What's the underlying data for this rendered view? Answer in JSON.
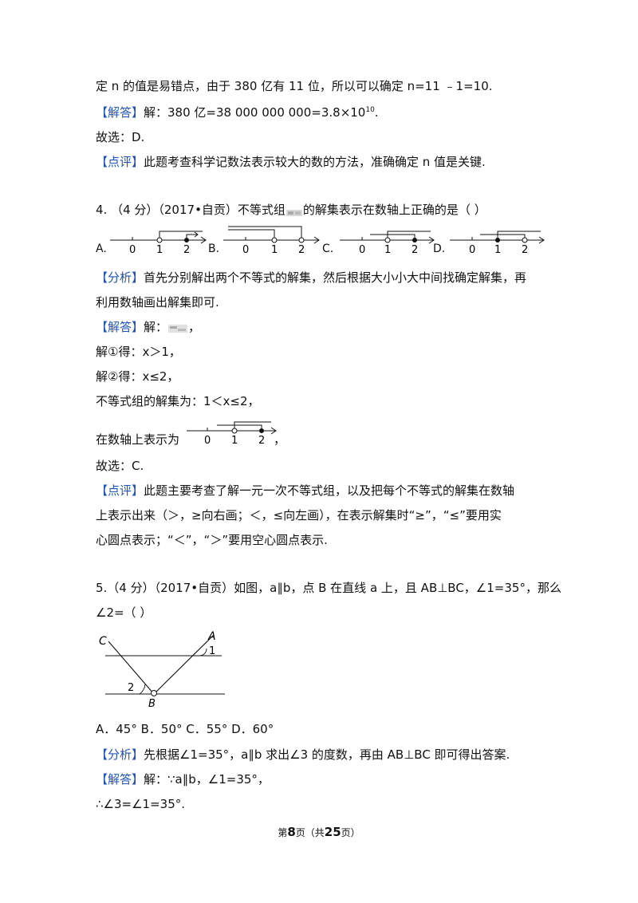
{
  "page": {
    "line1": "定 n 的值是易错点，由于 380 亿有 11 位，所以可以确定 n=11 ﹣1=10.",
    "q3": {
      "answer_tag": "【解答】",
      "answer_text": "解：380 亿=38 000 000 000=3.8×10",
      "answer_exp": "10",
      "answer_end": ".",
      "choice": "故选：D.",
      "comment_tag": "【点评】",
      "comment_text": "此题考查科学记数法表示较大的数的方法，准确确定 n 值是关键."
    },
    "q4": {
      "question_pre": "4.  （4 分）（2017•自贡）不等式组",
      "question_post": "的解集表示在数轴上正确的是（        ）",
      "options": [
        {
          "label": "A.",
          "ticks": [
            "0",
            "1",
            "2"
          ]
        },
        {
          "label": "B.",
          "ticks": [
            "0",
            "1",
            "2"
          ]
        },
        {
          "label": "C.",
          "ticks": [
            "0",
            "1",
            "2"
          ]
        },
        {
          "label": "D.",
          "ticks": [
            "0",
            "1",
            "2"
          ]
        }
      ],
      "analysis_tag": "【分析】",
      "analysis_text_1": "首先分别解出两个不等式的解集，然后根据大小小大中间找确定解集，再",
      "analysis_text_2": "利用数轴画出解集即可.",
      "answer_tag": "【解答】",
      "answer_text": "解：",
      "step1": "解①得：x＞1，",
      "step2": "解②得：x≤2，",
      "solution": "不等式组的解集为：1＜x≤2，",
      "show_pre": "在数轴上表示为",
      "show_post": "，",
      "show_ticks": [
        "0",
        "1",
        "2"
      ],
      "choice": "故选：C.",
      "comment_tag": "【点评】",
      "comment_text_1": "此题主要考查了解一元一次不等式组，以及把每个不等式的解集在数轴",
      "comment_text_2": "上表示出来（＞，≥向右画；＜，≤向左画），在表示解集时“≥”，“≤”要用实",
      "comment_text_3": "心圆点表示；“＜”，“＞”要用空心圆点表示."
    },
    "q5": {
      "question_1": "5.（4 分）（2017•自贡）如图，a∥b，点 B 在直线 a 上，且 AB⊥BC，∠1=35°，那么",
      "question_2": "∠2=（        ）",
      "figure_labels": {
        "C": "C",
        "A": "A",
        "one": "1",
        "two": "2",
        "B": "B"
      },
      "options": "A．45°  B．50°  C．55°  D．60°",
      "analysis_tag": "【分析】",
      "analysis_text": "先根据∠1=35°，a∥b 求出∠3 的度数，再由 AB⊥BC 即可得出答案.",
      "answer_tag": "【解答】",
      "answer_text": "解：∵a∥b，∠1=35°，",
      "step1": "∴∠3=∠1=35°."
    },
    "footer": {
      "pre": "第",
      "page": "8",
      "mid": "页（共",
      "total": "25",
      "post": "页）"
    }
  }
}
